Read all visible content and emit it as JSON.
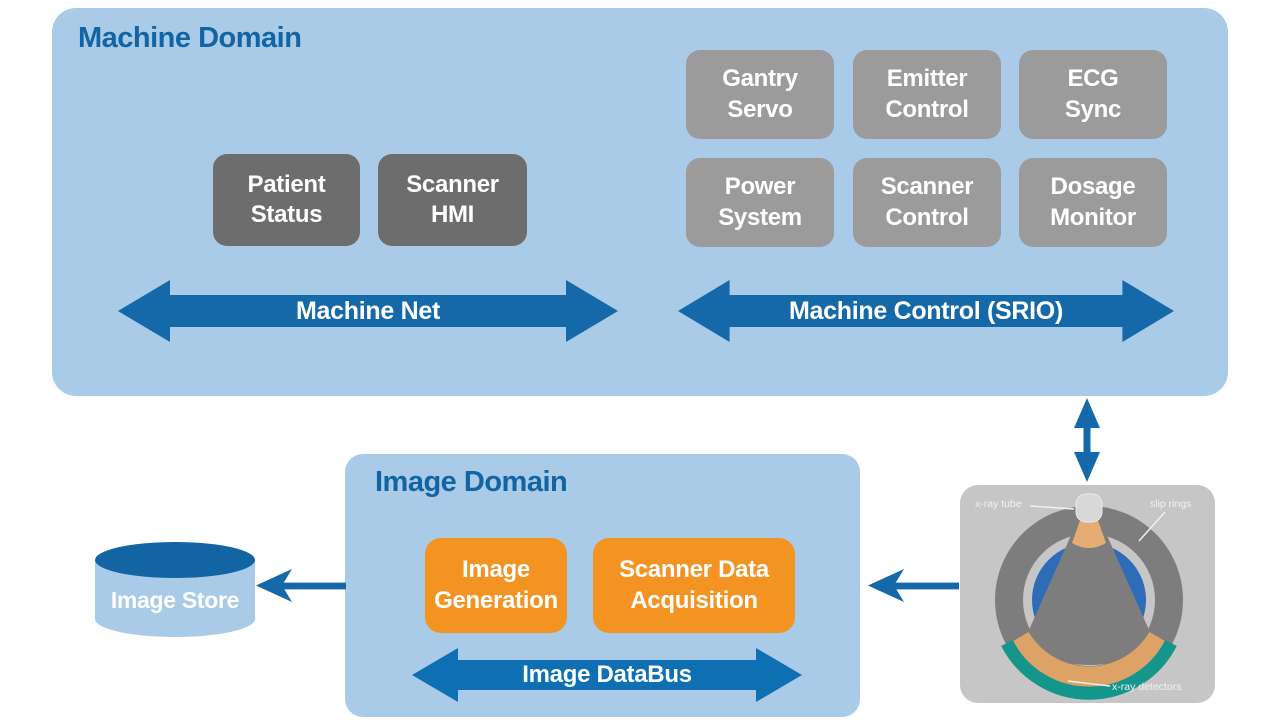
{
  "machine_domain": {
    "title": "Machine Domain",
    "hmi_boxes": [
      "Patient\nStatus",
      "Scanner\nHMI"
    ],
    "control_boxes": [
      "Gantry\nServo",
      "Emitter\nControl",
      "ECG\nSync",
      "Power\nSystem",
      "Scanner\nControl",
      "Dosage\nMonitor"
    ],
    "machine_net_label": "Machine Net",
    "machine_control_label": "Machine Control (SRIO)"
  },
  "image_domain": {
    "title": "Image Domain",
    "boxes": [
      "Image\nGeneration",
      "Scanner Data\nAcquisition"
    ],
    "databus_label": "Image DataBus"
  },
  "image_store": {
    "label": "Image Store"
  },
  "scanner": {
    "labels": {
      "tube": "x-ray tube",
      "slip_rings": "slip rings",
      "detectors": "x-ray detectors"
    }
  },
  "colors": {
    "panel_blue": "#a9cbe8",
    "title_blue": "#1264a3",
    "hmi_gray": "#6d6d6d",
    "control_gray": "#9b9b9b",
    "bus_blue": "#1569a8",
    "databus_blue": "#0e6fb3",
    "app_orange": "#f39322",
    "scanner_bg_gray": "#c6c6c6",
    "gantry_ring_gray": "#7d7d7d",
    "bore_blue": "#2e6cb8",
    "detector_tan": "#dda266",
    "detector_teal": "#15968d"
  }
}
